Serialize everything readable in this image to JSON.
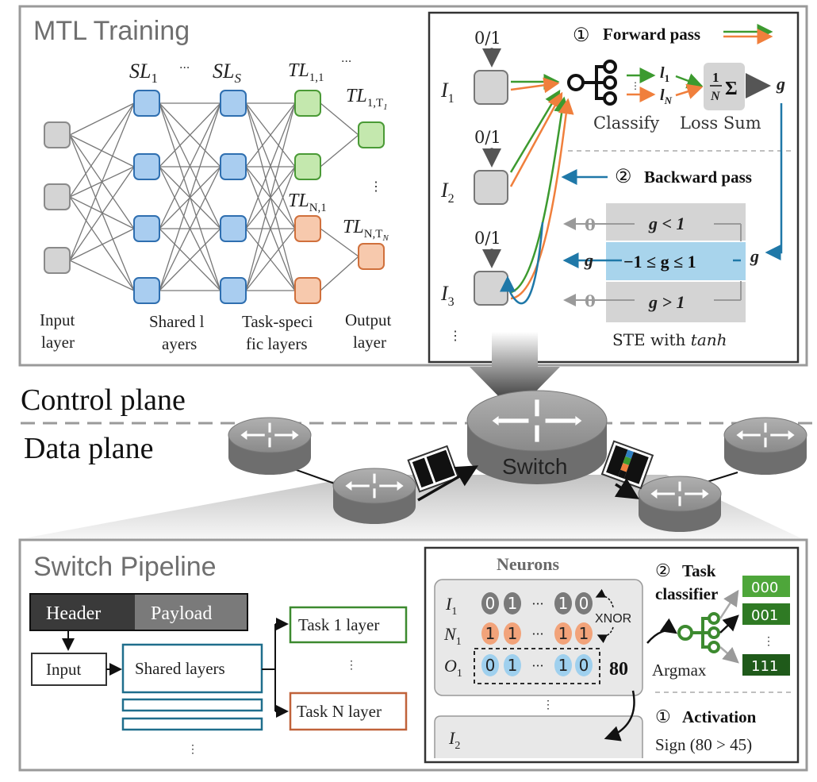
{
  "training": {
    "title": "MTL Training",
    "sl1": "SL",
    "sl1_sub": "1",
    "sls": "SL",
    "sls_sub": "S",
    "tl11": "TL",
    "tl11_sub": "1,1",
    "tl1t": "TL",
    "tl1t_sub": "1,T",
    "tl1t_sub2": "1",
    "tln1": "TL",
    "tln1_sub": "N,1",
    "tlnt": "TL",
    "tlnt_sub": "N,T",
    "tlnt_sub2": "N",
    "ellipsis": "···",
    "vdots": "⋮",
    "input_layer_1": "Input",
    "input_layer_2": "layer",
    "shared_1": "Shared l",
    "shared_2": "ayers",
    "task_1": "Task-speci",
    "task_2": "fic layers",
    "output_1": "Output",
    "output_2": "layer",
    "colors": {
      "gray": "#d4d4d4",
      "blue": "#a9cdf0",
      "green": "#c4e8ae",
      "orange": "#f7c9ad"
    }
  },
  "forward": {
    "zero_one": "0/1",
    "i1": "I",
    "i1_sub": "1",
    "i2": "I",
    "i2_sub": "2",
    "i3": "I",
    "i3_sub": "3",
    "circle1": "①",
    "forward_label": "Forward pass",
    "classify": "Classify",
    "loss_sum": "Loss Sum",
    "l1": "l",
    "l1_sub": "1",
    "ln": "l",
    "ln_sub": "N",
    "frac_num": "1",
    "frac_den": "N",
    "sigma": "Σ",
    "g": "g",
    "circle2": "②",
    "backward_label": "Backward pass",
    "ste_zero_top": "0",
    "ste_g_mid": "g",
    "ste_zero_bot": "0",
    "ste_row1": "g < 1",
    "ste_row2": "−1 ≤ g ≤ 1",
    "ste_row3": "g > 1",
    "ste_caption": "STE with ",
    "ste_caption_it": "tanh",
    "ste_g_right": "g"
  },
  "planes": {
    "control": "Control plane",
    "data": "Data plane",
    "switch": "Switch"
  },
  "pipeline": {
    "title": "Switch Pipeline",
    "header": "Header",
    "payload": "Payload",
    "input": "Input",
    "shared": "Shared layers",
    "task1": "Task 1 layer",
    "taskn": "Task N layer",
    "vdots": "⋮"
  },
  "neurons": {
    "title": "Neurons",
    "i1": "I",
    "i1_sub": "1",
    "n1": "N",
    "n1_sub": "1",
    "o1": "O",
    "o1_sub": "1",
    "i2": "I",
    "i2_sub": "2",
    "bit0": "0",
    "bit1": "1",
    "dots": "···",
    "xnor": "XNOR",
    "sum": "80",
    "circle2": "②",
    "task_l1": "Task",
    "task_l2": "classifier",
    "argmax": "Argmax",
    "code0": "000",
    "code1": "001",
    "code7": "111",
    "circle1": "①",
    "activation": "Activation",
    "sign": "Sign (80 > 45)"
  }
}
